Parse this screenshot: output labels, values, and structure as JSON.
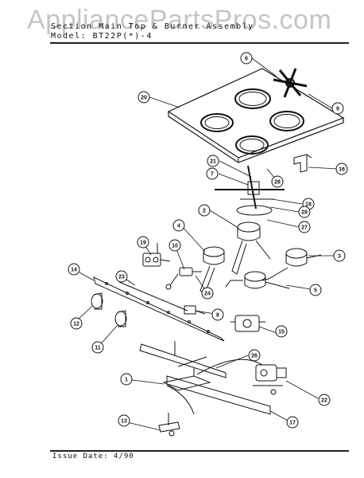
{
  "watermark": "AppliancePartsPros.com",
  "header": {
    "section": "Section  Main Top & Burner Assembly",
    "model": "Model:  BT22P(*)-4"
  },
  "footer": {
    "issue": "Issue Date: 4/90"
  },
  "callouts": [
    "1",
    "2",
    "3",
    "4",
    "5",
    "6",
    "7",
    "8",
    "9",
    "10",
    "11",
    "12",
    "13",
    "14",
    "15",
    "16",
    "17",
    "18",
    "19",
    "20",
    "21",
    "22",
    "23",
    "24",
    "26",
    "27",
    "28",
    "29"
  ]
}
